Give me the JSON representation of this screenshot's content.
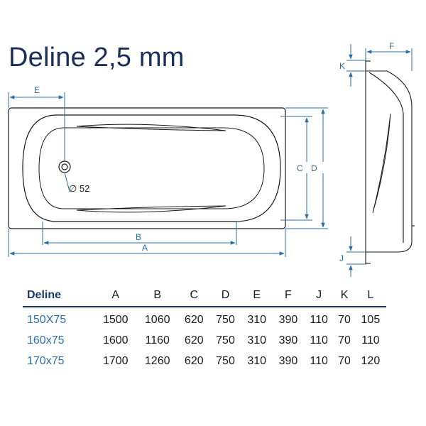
{
  "title": "Deline 2,5 mm",
  "drawing_labels": {
    "E": "E",
    "B": "B",
    "A": "A",
    "C": "C",
    "D": "D",
    "drain": "∅ 52",
    "F": "F",
    "K": "K",
    "J": "J"
  },
  "colors": {
    "title": "#1a2e5a",
    "dimension": "#2c6fa3",
    "outline": "#1a1a1a",
    "table_rule": "#1a3a6a"
  },
  "table": {
    "name": "Deline",
    "columns": [
      "A",
      "B",
      "C",
      "D",
      "E",
      "F",
      "J",
      "K",
      "L"
    ],
    "rows": [
      {
        "model": "150X75",
        "values": [
          "1500",
          "1060",
          "620",
          "750",
          "310",
          "390",
          "110",
          "70",
          "105"
        ]
      },
      {
        "model": "160x75",
        "values": [
          "1600",
          "1160",
          "620",
          "750",
          "310",
          "390",
          "110",
          "70",
          "110"
        ]
      },
      {
        "model": "170x75",
        "values": [
          "1700",
          "1260",
          "620",
          "750",
          "310",
          "390",
          "110",
          "70",
          "120"
        ]
      }
    ]
  }
}
